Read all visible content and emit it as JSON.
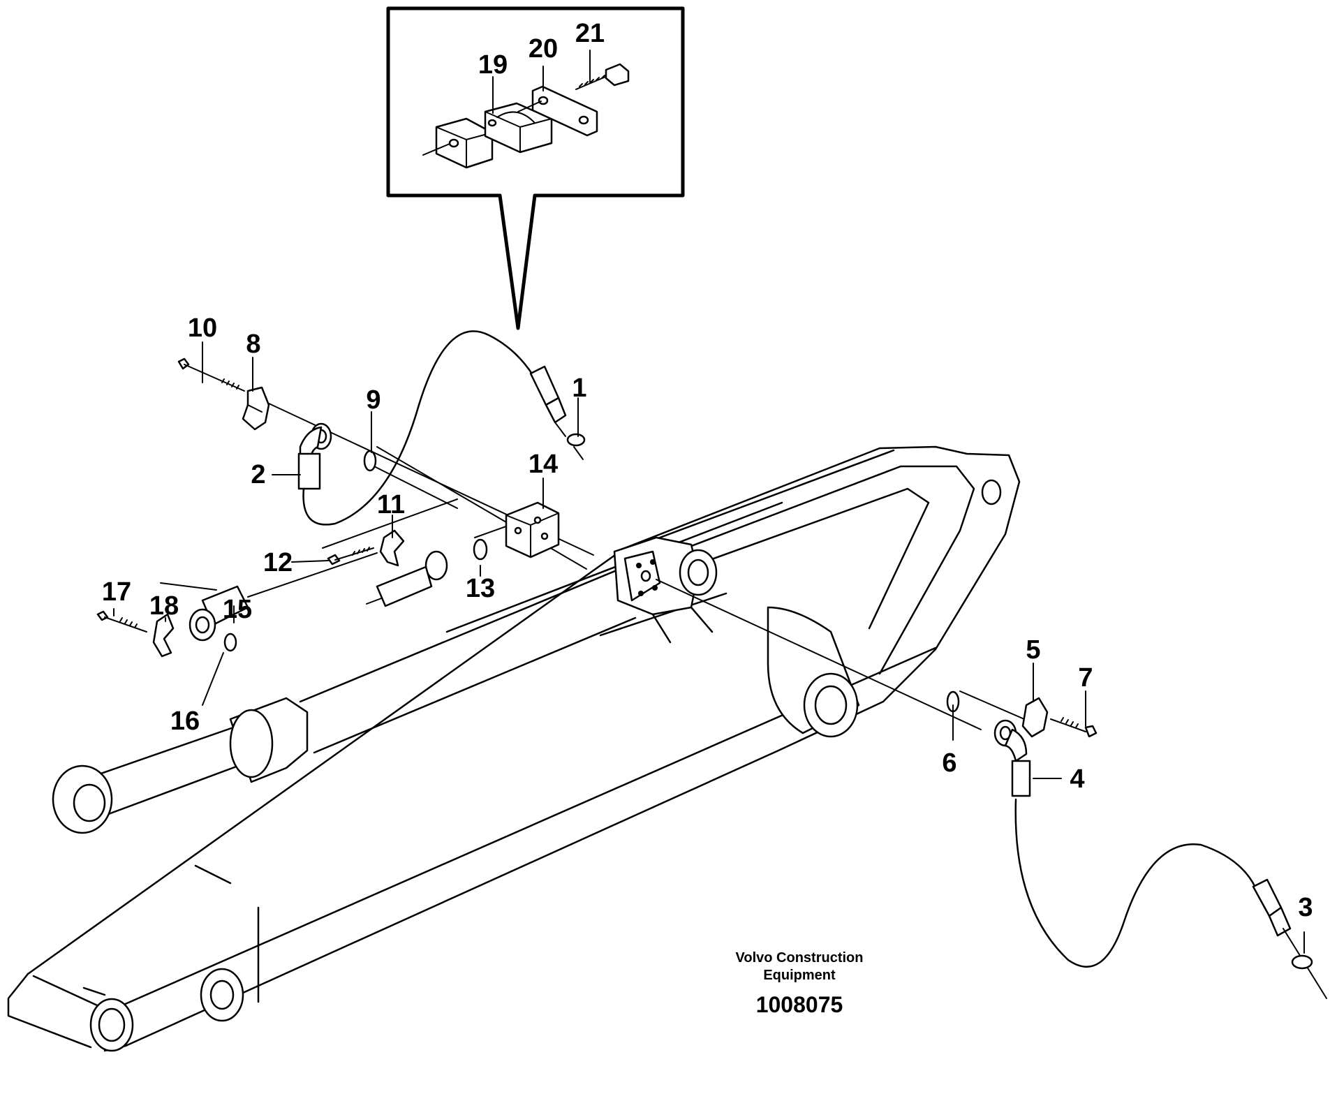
{
  "callouts": [
    {
      "id": "1",
      "label": "1"
    },
    {
      "id": "2",
      "label": "2"
    },
    {
      "id": "3",
      "label": "3"
    },
    {
      "id": "4",
      "label": "4"
    },
    {
      "id": "5",
      "label": "5"
    },
    {
      "id": "6",
      "label": "6"
    },
    {
      "id": "7",
      "label": "7"
    },
    {
      "id": "8",
      "label": "8"
    },
    {
      "id": "9",
      "label": "9"
    },
    {
      "id": "10",
      "label": "10"
    },
    {
      "id": "11",
      "label": "11"
    },
    {
      "id": "12",
      "label": "12"
    },
    {
      "id": "13",
      "label": "13"
    },
    {
      "id": "14",
      "label": "14"
    },
    {
      "id": "15",
      "label": "15"
    },
    {
      "id": "16",
      "label": "16"
    },
    {
      "id": "17",
      "label": "17"
    },
    {
      "id": "18",
      "label": "18"
    },
    {
      "id": "19",
      "label": "19"
    },
    {
      "id": "20",
      "label": "20"
    },
    {
      "id": "21",
      "label": "21"
    }
  ],
  "credit": {
    "line1": "Volvo Construction",
    "line2": "Equipment"
  },
  "drawing_number": "1008075"
}
